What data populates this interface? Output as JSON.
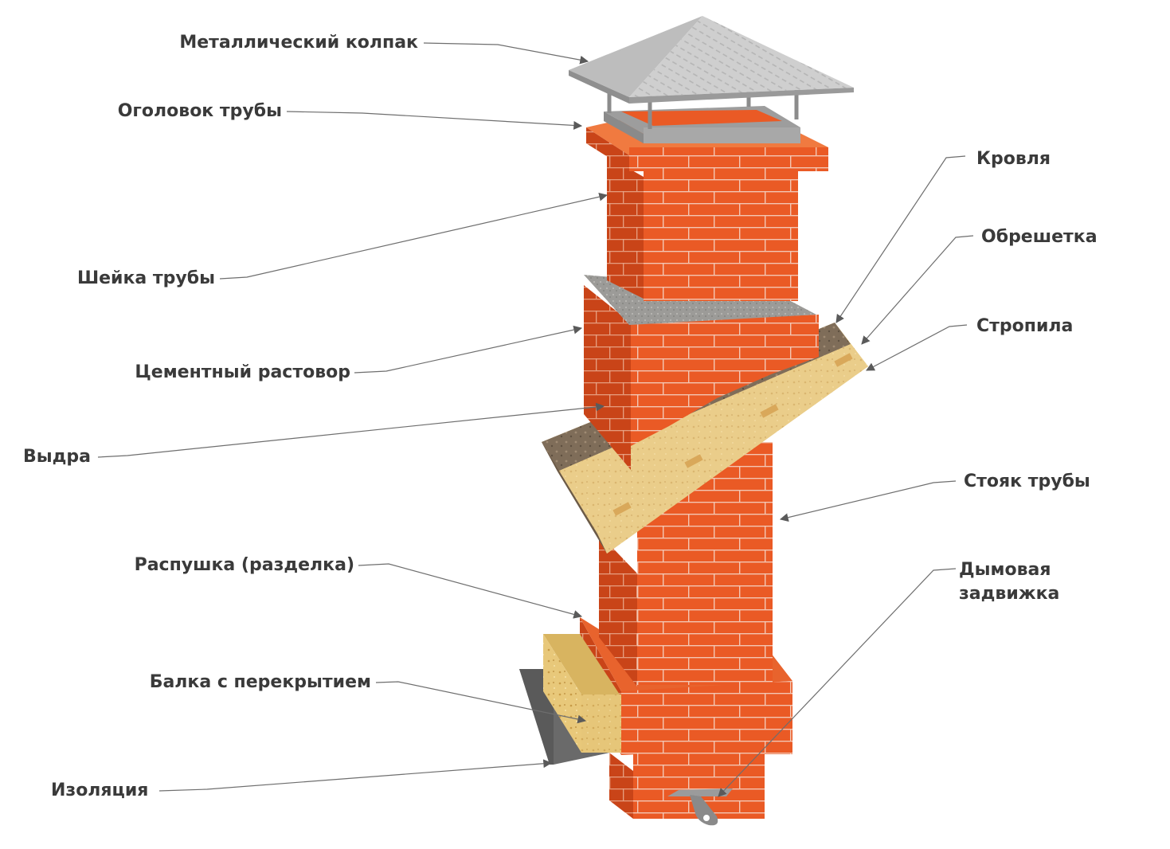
{
  "labels": {
    "cap": "Металлический колпак",
    "head": "Оголовок трубы",
    "neck": "Шейка трубы",
    "cement": "Цементный растовор",
    "otter": "Выдра",
    "fluff": "Распушка (разделка)",
    "beam": "Балка с перекрытием",
    "insulation": "Изоляция",
    "roofing": "Кровля",
    "lathing": "Обрешетка",
    "rafters": "Стропила",
    "riser": "Стояк трубы",
    "damper_line1": "Дымовая",
    "damper_line2": "задвижка"
  },
  "colors": {
    "brick_front": "#ea5a25",
    "brick_side": "#c94418",
    "brick_top": "#f07a40",
    "mortar": "#f3c7b4",
    "cement": "#9a9a98",
    "metal_cap": "#c8c8c8",
    "roof": "#7e6d5a",
    "rafter_wood": "#e9c98e",
    "beam_wood": "#e8c87a",
    "insulation": "#6e6e6e",
    "text": "#3a3a3a"
  },
  "icons": {
    "cap": "pyramid-cap-icon",
    "damper": "damper-handle-icon"
  }
}
